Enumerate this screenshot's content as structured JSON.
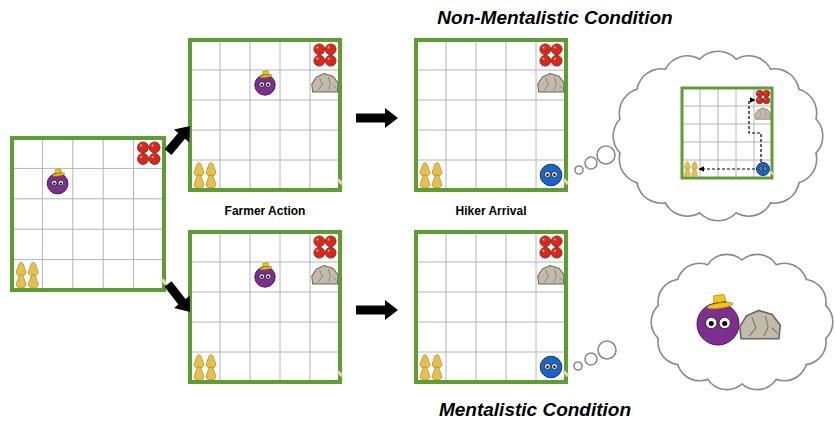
{
  "diagram": {
    "labels": [
      "Non-Mentalistic Condition",
      "Farmer Action",
      "Hiker Arrival",
      "Mentalistic Condition"
    ]
  }
}
